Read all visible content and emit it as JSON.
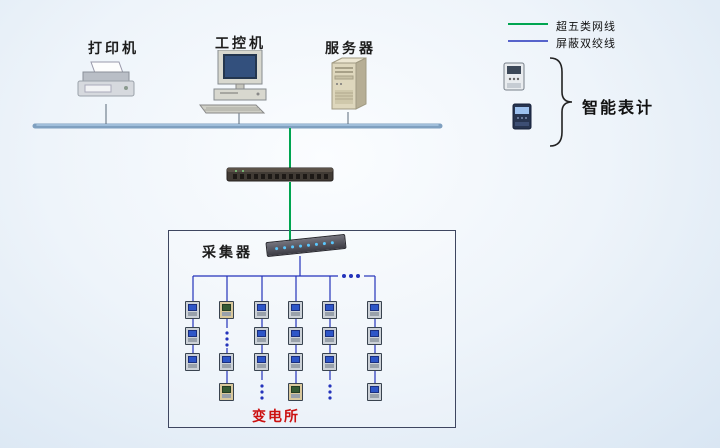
{
  "nodes": {
    "printer_label": "打印机",
    "ipc_label": "工控机",
    "server_label": "服务器",
    "collector_label": "采集器",
    "substation_label": "变电所"
  },
  "legend": {
    "cat5_label": "超五类网线",
    "stp_label": "屏蔽双绞线",
    "smart_meter_label": "智能表计"
  },
  "colors": {
    "cat5_green": "#00a550",
    "stp_blue": "#2433bb",
    "bus_line": "#7fa0c0",
    "substation_label_red": "#cc1111"
  }
}
